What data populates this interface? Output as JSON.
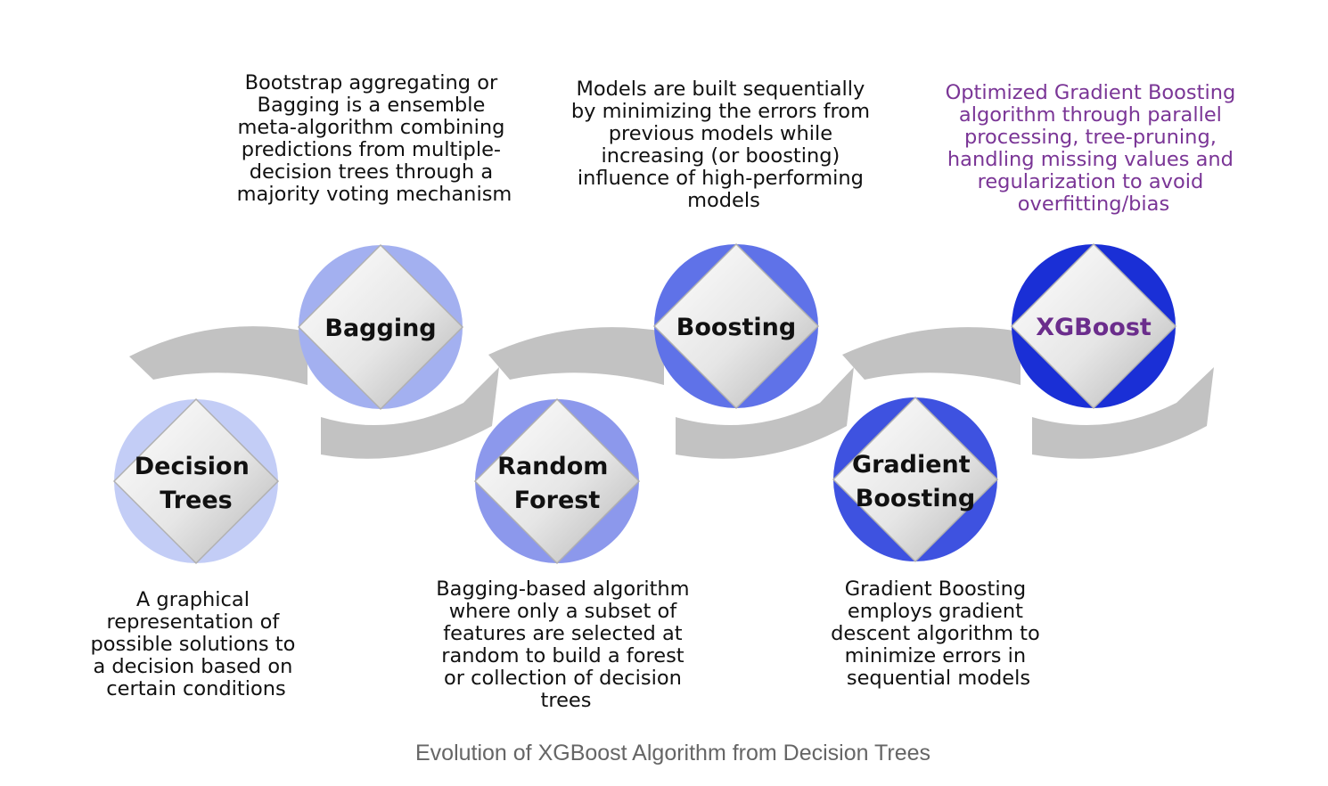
{
  "caption": "Evolution of XGBoost Algorithm from Decision Trees",
  "colors": {
    "ribbon": "#c2c2c2",
    "diamond_center": "#ffffff",
    "diamond_edge": "#b0b0b0",
    "accent_text": "#7a3596"
  },
  "stages": [
    {
      "id": "decision-trees",
      "label": [
        "Decision",
        "Trees"
      ],
      "color": "#c3cdf6",
      "description": [
        "A graphical",
        "representation of",
        "possible solutions to",
        "a decision based on",
        "certain conditions"
      ]
    },
    {
      "id": "bagging",
      "label": [
        "Bagging"
      ],
      "color": "#a3b0f0",
      "description": [
        "Bootstrap aggregating or",
        "Bagging is a ensemble",
        "meta-algorithm combining",
        "predictions from multiple-",
        "decision trees through a",
        "majority voting mechanism"
      ]
    },
    {
      "id": "random-forest",
      "label": [
        "Random",
        "Forest"
      ],
      "color": "#8c98ec",
      "description": [
        "Bagging-based algorithm",
        "where only a subset of",
        "features are selected at",
        "random to build a forest",
        "or collection of decision",
        "trees"
      ]
    },
    {
      "id": "boosting",
      "label": [
        "Boosting"
      ],
      "color": "#5f72e8",
      "description": [
        "Models are built sequentially",
        "by minimizing the errors from",
        "previous models while",
        "increasing (or boosting)",
        "influence of high-performing",
        "models"
      ]
    },
    {
      "id": "gradient-boosting",
      "label": [
        "Gradient",
        "Boosting"
      ],
      "color": "#3e52e0",
      "description": [
        "Gradient Boosting",
        "employs gradient",
        "descent algorithm to",
        "minimize errors  in",
        "sequential models"
      ]
    },
    {
      "id": "xgboost",
      "label": [
        "XGBoost"
      ],
      "color": "#1a2fd6",
      "accent": true,
      "description": [
        "Optimized Gradient Boosting",
        "algorithm through parallel",
        "processing, tree-pruning,",
        "handling missing values and",
        "regularization to avoid",
        "overfitting/bias"
      ]
    }
  ]
}
